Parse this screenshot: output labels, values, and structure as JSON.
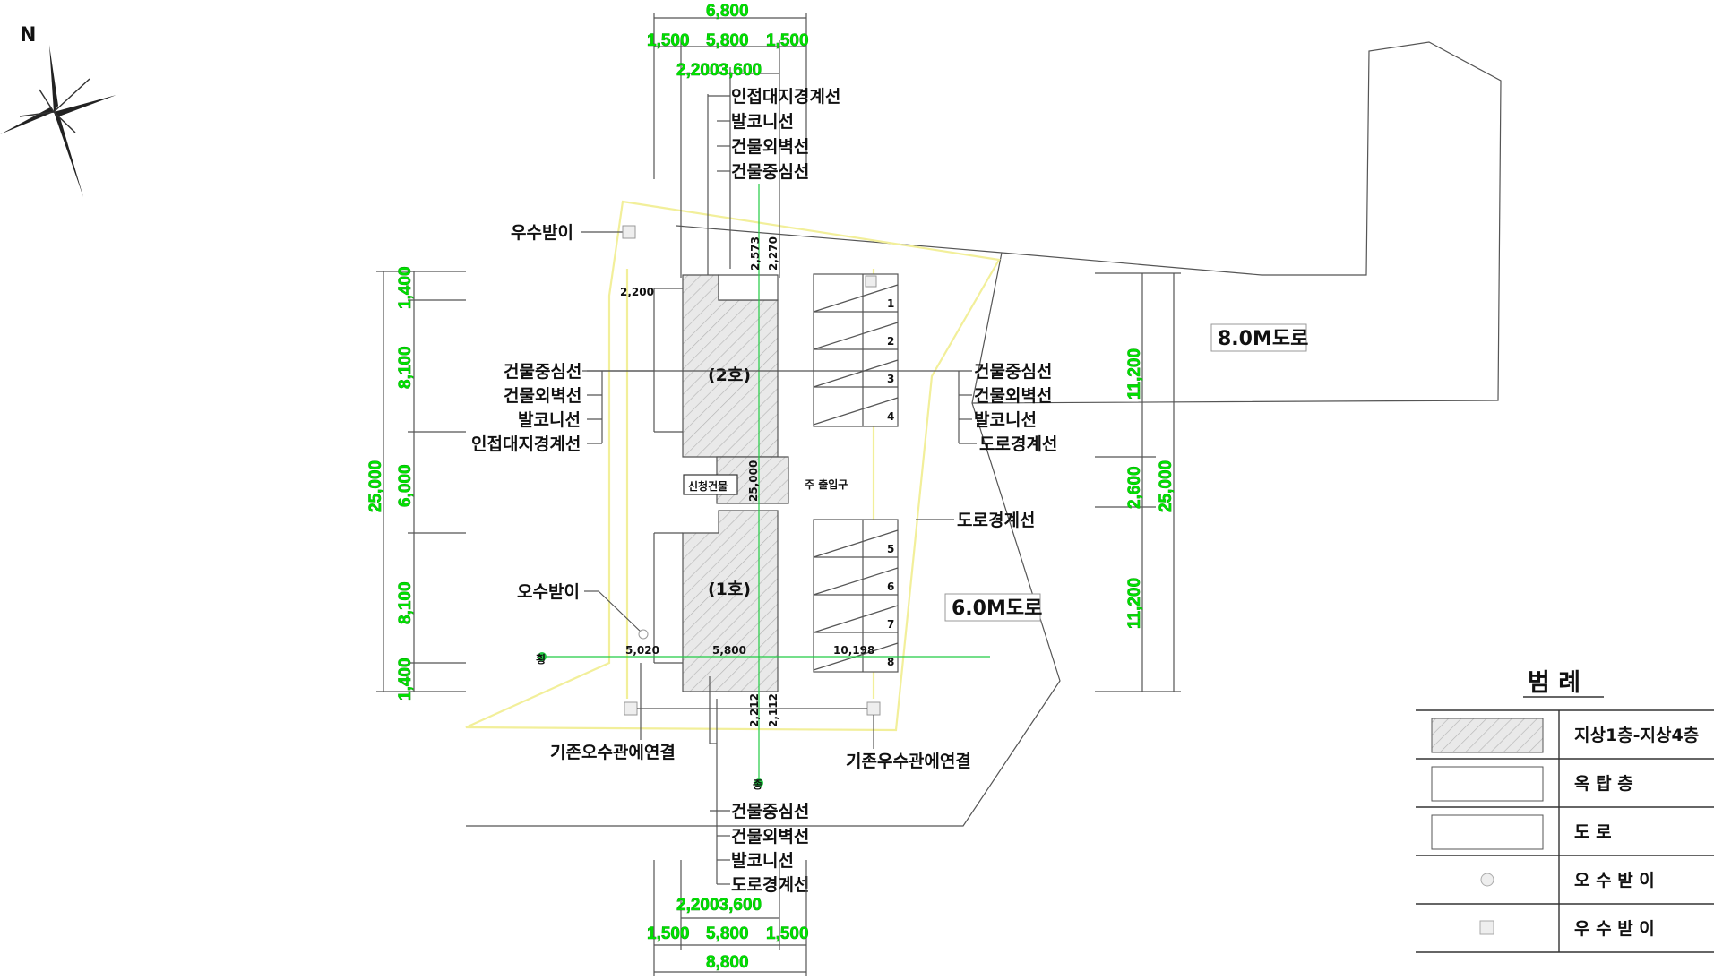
{
  "compass": {
    "north_label": "N"
  },
  "dimensions": {
    "top_total": "6,800",
    "top_parts": [
      "1,500",
      "5,800",
      "1,500"
    ],
    "top_sub": "2,2003,600",
    "bottom_total": "8,800",
    "bottom_parts": [
      "1,500",
      "5,800",
      "1,500"
    ],
    "bottom_sub": "2,2003,600",
    "left_total": "25,000",
    "left_parts": [
      "1,400",
      "8,100",
      "6,000",
      "8,100",
      "1,400"
    ],
    "right_total": "25,000",
    "right_parts": [
      "11,200",
      "2,600",
      "11,200"
    ]
  },
  "small_dims": {
    "d2573": "2,573",
    "d2270": "2,270",
    "d2200": "2,200",
    "d25000": "25,000",
    "d5020": "5,020",
    "d5800": "5,800",
    "d10198": "10,198",
    "d2212": "2,212",
    "d2112": "2,112"
  },
  "labels": {
    "top_stack": [
      "인접대지경계선",
      "발코니선",
      "건물외벽선",
      "건물중심선"
    ],
    "left_stack": [
      "건물중심선",
      "건물외벽선",
      "발코니선",
      "인접대지경계선"
    ],
    "right_stack": [
      "건물중심선",
      "건물외벽선",
      "발코니선",
      "도로경계선"
    ],
    "bottom_stack": [
      "건물중심선",
      "건물외벽선",
      "발코니선",
      "도로경계선"
    ],
    "stormwater_box": "우수받이",
    "sewage_box": "오수받이",
    "road_boundary": "도로경계선",
    "existing_sewage": "기존오수관에연결",
    "existing_storm": "기존우수관에연결",
    "unit2": "(2호)",
    "unit1": "(1호)",
    "new_building": "신청건물",
    "main_entrance": "주 출입구",
    "axis_h": "횡",
    "axis_v": "종"
  },
  "roads": {
    "road_8m": "8.0M도로",
    "road_6m": "6.0M도로"
  },
  "parking": [
    "1",
    "2",
    "3",
    "4",
    "5",
    "6",
    "7",
    "8"
  ],
  "legend": {
    "title": "범 례",
    "items": [
      {
        "label": "지상1층-지상4층",
        "symbol": "hatch"
      },
      {
        "label": "옥 탑 층",
        "symbol": "box"
      },
      {
        "label": "도 로",
        "symbol": "box"
      },
      {
        "label": "오 수 받 이",
        "symbol": "circle"
      },
      {
        "label": "우 수 받 이",
        "symbol": "square"
      }
    ]
  },
  "colors": {
    "dimension_green": "#00e000",
    "site_yellow": "#f2ef9a",
    "hatch_gray": "#b5b5b5",
    "line_gray": "#555555"
  }
}
